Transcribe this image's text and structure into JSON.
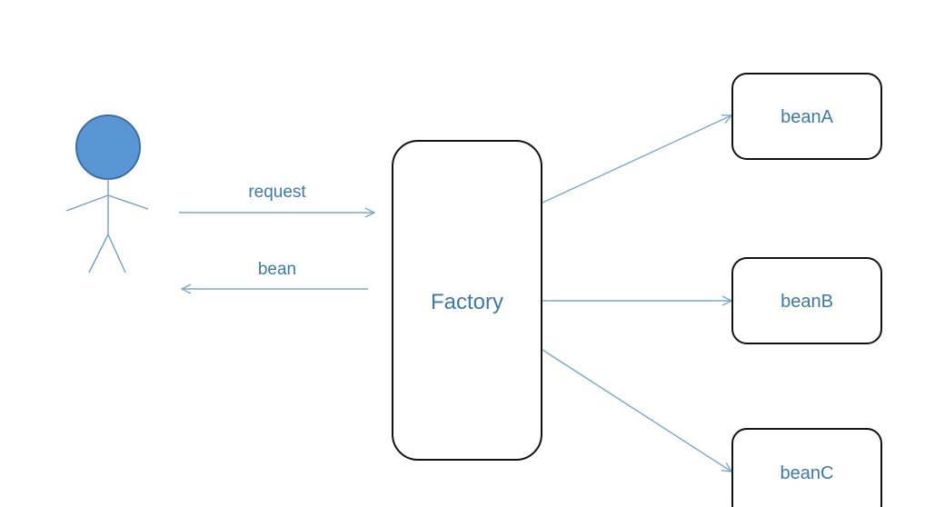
{
  "actor": {
    "head_color": "#5b96d4",
    "stroke_color": "#6fa0c8"
  },
  "arrows": {
    "request_label": "request",
    "bean_label": "bean",
    "color": "#7aa8cc"
  },
  "factory": {
    "label": "Factory"
  },
  "beans": [
    {
      "label": "beanA"
    },
    {
      "label": "beanB"
    },
    {
      "label": "beanC"
    }
  ],
  "text_color": "#3d7aa6",
  "box_stroke_color": "#111111"
}
